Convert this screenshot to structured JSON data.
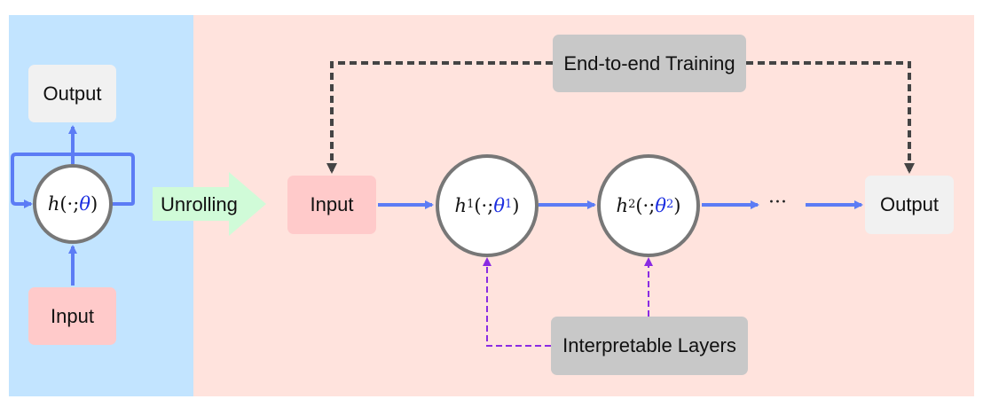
{
  "left_panel": {
    "output_label": "Output",
    "input_label": "Input",
    "node": {
      "fn": "h",
      "args": "(·;",
      "param": "θ",
      "close": ")"
    }
  },
  "unrolling_label": "Unrolling",
  "right_panel": {
    "input_label": "Input",
    "output_label": "Output",
    "training_label": "End-to-end Training",
    "layers_label": "Interpretable Layers",
    "ellipsis": "···",
    "node1": {
      "fn": "h",
      "sup": "1",
      "args": " (·;",
      "param": "θ",
      "param_sup": "1",
      "close": ")"
    },
    "node2": {
      "fn": "h",
      "sup": "2",
      "args": " (·;",
      "param": "θ",
      "param_sup": "2",
      "close": ")"
    }
  },
  "colors": {
    "left_bg": "#c2e4ff",
    "right_bg": "#ffe3dd",
    "flow_arrow": "#5c7cf5",
    "dashed_black": "#444444",
    "dashed_purple": "#8a2be2",
    "output_box": "#f1f1f1",
    "input_box": "#ffcaca",
    "label_box": "#c8c8c8",
    "unrolling_arrow": "#d0fbd8"
  }
}
